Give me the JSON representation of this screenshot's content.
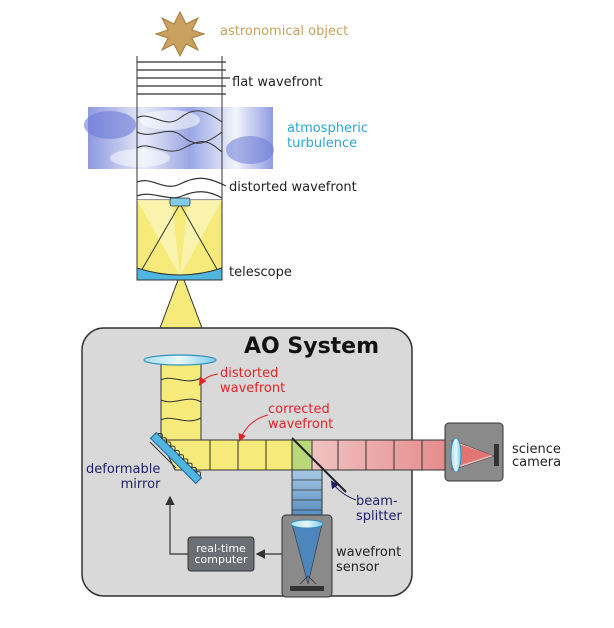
{
  "labels": {
    "astronomical_object": "astronomical object",
    "flat_wavefront": "flat wavefront",
    "atmospheric_turbulence": "atmospheric\nturbulence",
    "distorted_wavefront_top": "distorted wavefront",
    "telescope": "telescope",
    "ao_system": "AO System",
    "distorted_wavefront_inner": "distorted\nwavefront",
    "corrected_wavefront": "corrected\nwavefront",
    "science_camera": "science\ncamera",
    "deformable_mirror": "deformable\nmirror",
    "beam_splitter": "beam-\nsplitter",
    "real_time_computer": "real-time\ncomputer",
    "wavefront_sensor": "wavefront\nsensor"
  },
  "colors": {
    "star": "#c9a060",
    "turbulence_text": "#2aa7d8",
    "red_text": "#e0242a",
    "dark_blue_text": "#1f1f6a",
    "beam_yellow": "#f5ea7a",
    "beam_red": "#e8a0a0",
    "beam_blue": "#7fb2d8",
    "ao_box": "#d9d9d9",
    "computer_box": "#6b6f73",
    "camera_box": "#8a8a8a"
  },
  "icons": [
    "star-icon",
    "lens-icon",
    "deformable-mirror-icon",
    "beam-splitter-icon",
    "sensor-icon",
    "arrow-icon"
  ]
}
